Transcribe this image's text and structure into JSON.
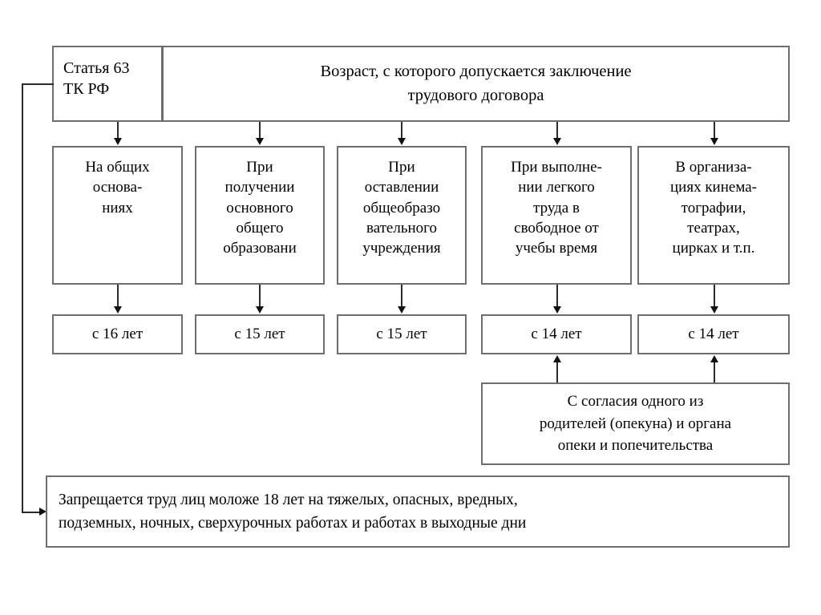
{
  "diagram": {
    "title_law": "Статья 63\nТК РФ",
    "title_main": "Возраст, с которого допускается заключение\nтрудового договора",
    "categories": [
      {
        "label": "На общих\nоснова-\nниях",
        "age": "с 16 лет"
      },
      {
        "label": "При\nполучении\nосновного\nобщего\nобразовани",
        "age": "с 15 лет"
      },
      {
        "label": "При\nоставлении\nобщеобразо\nвательного\nучреждения",
        "age": "с 15 лет"
      },
      {
        "label": "При выполне-\nнии легкого\nтруда в\nсвободное от\nучебы время",
        "age": "с 14 лет"
      },
      {
        "label": "В организа-\nциях кинема-\nтографии,\nтеатрах,\nцирках и т.п.",
        "age": "с 14 лет"
      }
    ],
    "consent_note": "С согласия одного из\nродителей (опекуна) и органа\nопеки и попечительства",
    "prohibition": "Запрещается труд лиц моложе 18 лет на тяжелых, опасных, вредных,\nподземных, ночных, сверхурочных работах и работах в выходные дни",
    "colors": {
      "background": "#ffffff",
      "box_border": "#6e6e6e",
      "connector": "#2b2b2b",
      "text": "#000000"
    }
  }
}
